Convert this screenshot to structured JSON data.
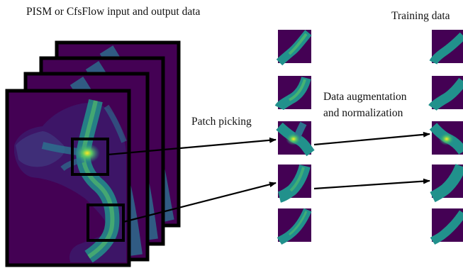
{
  "labels": {
    "input_title": "PISM or CfsFlow input and output data",
    "training_title": "Training data",
    "patch_picking": "Patch picking",
    "augmentation_line1": "Data augmentation",
    "augmentation_line2": "and normalization"
  },
  "colors": {
    "background_field": "#440154",
    "low": "#46307e",
    "mid": "#2c728e",
    "high": "#21918c",
    "bright": "#5ec962",
    "peak": "#fde725",
    "frame": "#000000"
  },
  "icons": {
    "stack_frames": "viridis-heatmap-stack",
    "patch": "viridis-glacier-patch",
    "arrow": "arrow-right"
  }
}
